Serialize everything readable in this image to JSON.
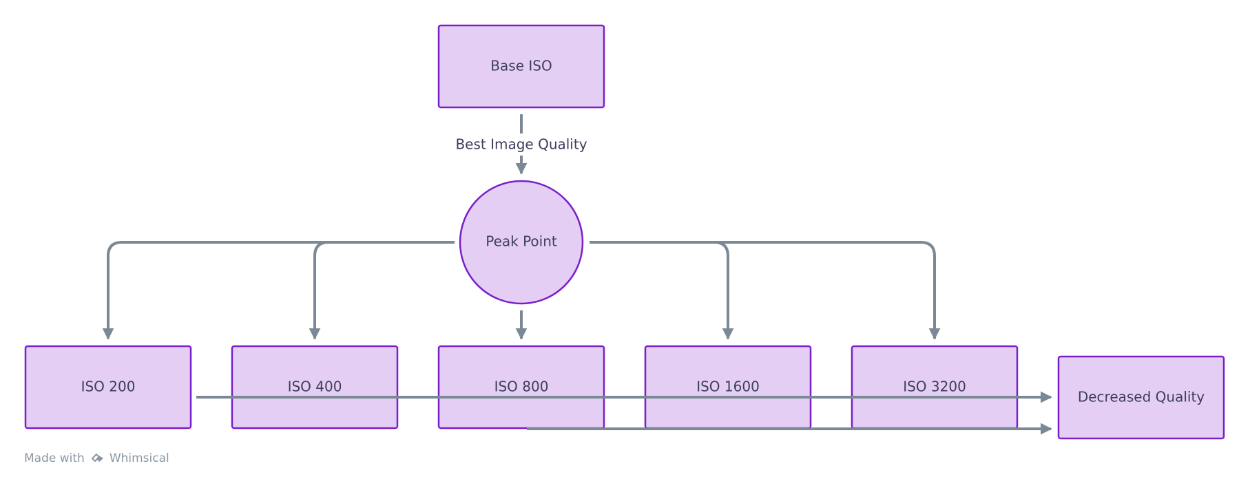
{
  "nodes": {
    "base_iso": "Base ISO",
    "peak_point": "Peak Point",
    "iso_200": "ISO 200",
    "iso_400": "ISO 400",
    "iso_800": "ISO 800",
    "iso_1600": "ISO 1600",
    "iso_3200": "ISO 3200",
    "decreased_quality": "Decreased Quality"
  },
  "edges": {
    "base_to_peak_label": "Best Image Quality"
  },
  "footer": {
    "made_with": "Made with",
    "brand": "Whimsical"
  },
  "colors": {
    "node_fill": "#e4cef4",
    "node_stroke": "#7a1fc9",
    "edge": "#7b8996",
    "text": "#3d3d5c"
  }
}
